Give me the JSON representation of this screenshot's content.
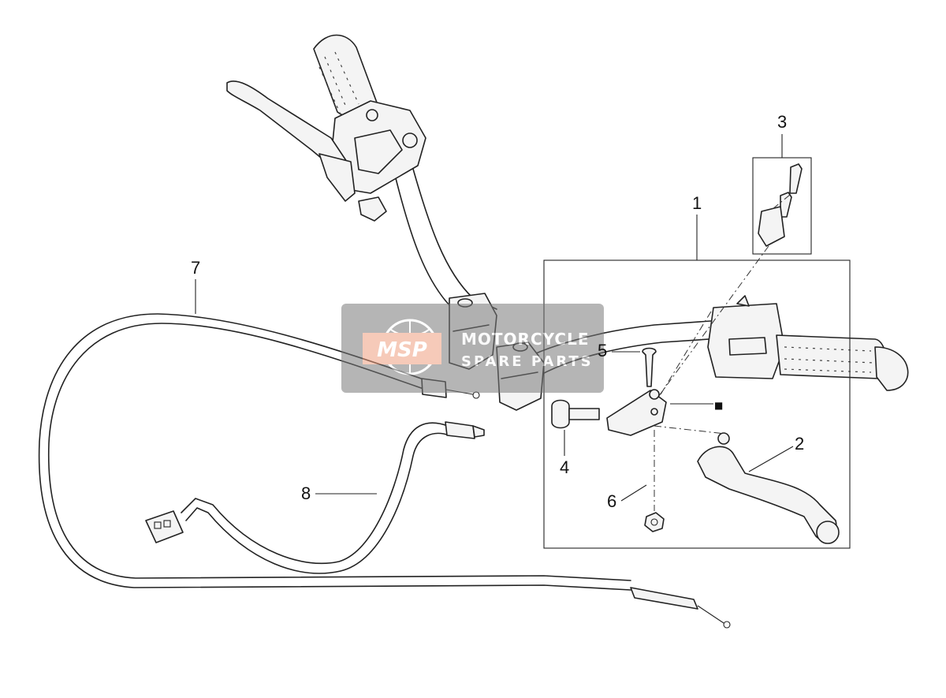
{
  "callouts": [
    "1",
    "2",
    "3",
    "4",
    "5",
    "6",
    "7",
    "8"
  ],
  "marker_symbol": "■",
  "watermark": {
    "logo_text": "MSP",
    "line1": "MOTORCYCLE",
    "line2": "SPARE PARTS"
  },
  "colors": {
    "line": "#222222",
    "watermark_box": "#7a7a7a",
    "watermark_accent": "#f0a080"
  }
}
